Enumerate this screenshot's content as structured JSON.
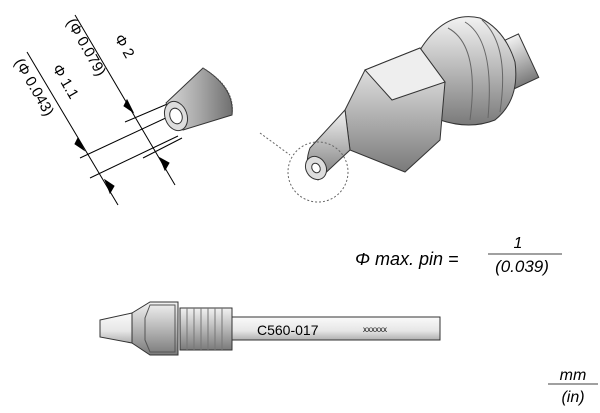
{
  "dimensions": {
    "outer_mm": "Φ 2",
    "outer_in": "(Φ 0.079)",
    "inner_mm": "Φ 1.1",
    "inner_in": "(Φ 0.043)"
  },
  "max_pin": {
    "label": "max. pin =",
    "symbol": "Φ",
    "value_mm": "1",
    "value_in": "(0.039)"
  },
  "tool": {
    "part_number": "C560-017",
    "serial": "xxxxxx"
  },
  "units": {
    "top": "mm",
    "bottom": "(in)"
  }
}
